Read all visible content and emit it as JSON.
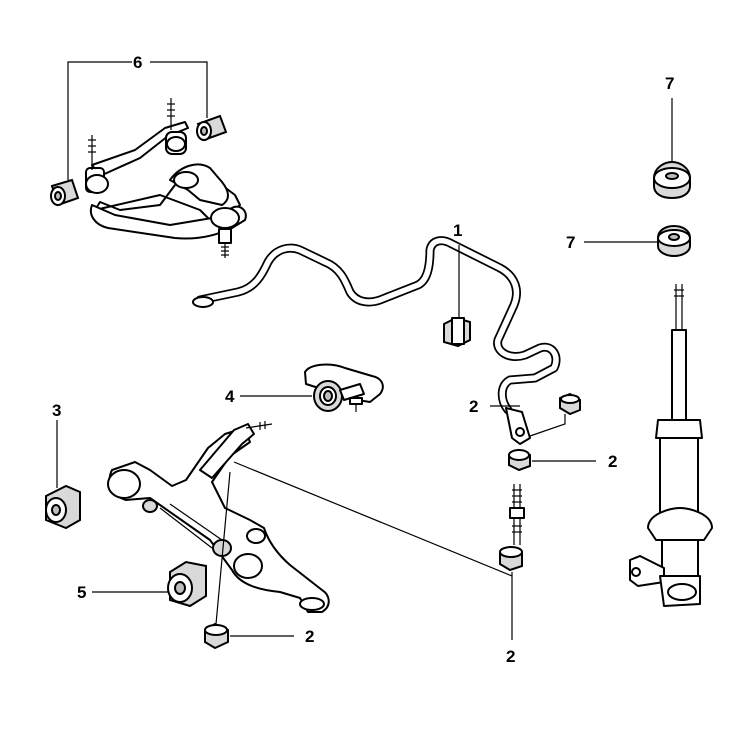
{
  "diagram": {
    "callouts": {
      "c1": "1",
      "c2a": "2",
      "c2b": "2",
      "c2c": "2",
      "c2d": "2",
      "c3": "3",
      "c4": "4",
      "c5": "5",
      "c6": "6",
      "c7a": "7",
      "c7b": "7"
    }
  }
}
